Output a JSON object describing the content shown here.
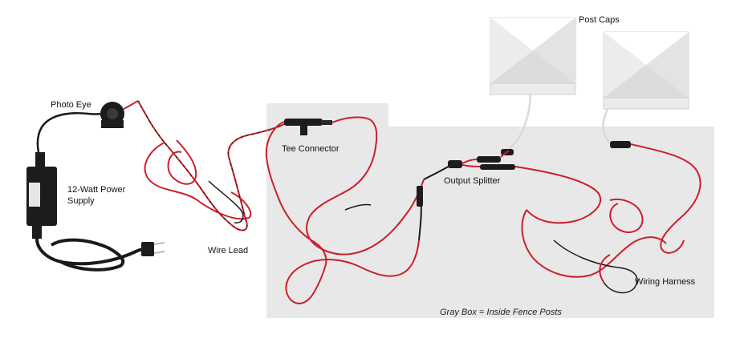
{
  "labels": {
    "photo_eye": "Photo Eye",
    "power_supply_line1": "12-Watt Power",
    "power_supply_line2": "Supply",
    "wire_lead": "Wire Lead",
    "tee_connector": "Tee Connector",
    "output_splitter": "Output Splitter",
    "post_caps": "Post Caps",
    "wiring_harness": "Wiring Harness"
  },
  "legend_note": "Gray Box = Inside Fence Posts",
  "colors": {
    "gray_box": "#e8e8e8",
    "wire_red": "#cc1f2a",
    "wire_black": "#1a1a1a",
    "post_cap": "#f3f3f3",
    "device_black": "#1c1c1c"
  }
}
